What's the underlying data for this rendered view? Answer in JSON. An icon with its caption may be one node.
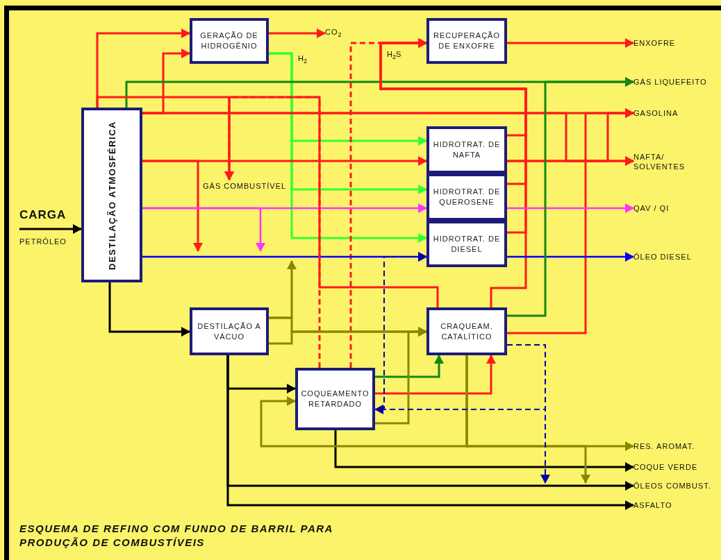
{
  "diagram": {
    "title": "ESQUEMA DE REFINO COM FUNDO DE BARRIL PARA PRODUÇÃO DE COMBUSTÍVEIS",
    "nodes": [
      {
        "text": [
          "DESTILAÇÃO ATMOSFÉRICA"
        ]
      },
      {
        "text": [
          "GERAÇÃO DE HIDROGÊNIO"
        ]
      },
      {
        "text": [
          "RECUPERAÇÃO DE ENXOFRE"
        ]
      },
      {
        "text": [
          "HIDROTRAT. DE NAFTA"
        ]
      },
      {
        "text": [
          "HIDROTRAT. DE QUEROSENE"
        ]
      },
      {
        "text": [
          "HIDROTRAT. DE DIESEL"
        ]
      },
      {
        "text": [
          "DESTILAÇÃO A VÁCUO"
        ]
      },
      {
        "text": [
          "CRAQUEAM. CATALÍTICO"
        ]
      },
      {
        "text": [
          "COQUEAMENTO RETARDADO"
        ]
      },
      {
        "text": [
          "CO$_{2}$"
        ]
      },
      {
        "text": [
          "ENXOFRE"
        ]
      },
      {
        "text": [
          "GÁS LIQUEFEITO"
        ]
      },
      {
        "text": [
          "GASOLINA"
        ]
      },
      {
        "text": [
          "NAFTA/ SOLVENTES"
        ]
      },
      {
        "text": [
          "QAV / QI"
        ]
      },
      {
        "text": [
          "ÓLEO DIESEL"
        ]
      },
      {
        "text": [
          "RES. AROMAT."
        ]
      },
      {
        "text": [
          "COQUE VERDE"
        ]
      },
      {
        "text": [
          "ÓLEOS COMBUST."
        ]
      },
      {
        "text": [
          "ASFALTO"
        ]
      },
      {
        "text": [
          "GÁS COMBUSTÍVEL"
        ]
      }
    ],
    "edges": [
      {
        "from": null,
        "to": 0,
        "arrow": "to",
        "color": "#000000"
      },
      {
        "from": 0,
        "to": 1,
        "arrow": "to"
      },
      {
        "from": 0,
        "to": 1,
        "arrow": "to"
      },
      {
        "from": 1,
        "to": 9,
        "arrow": "to"
      },
      {
        "from": 1,
        "to": 3,
        "arrow": "to",
        "color": "#33ff33",
        "label": "H$_{2}$"
      },
      {
        "from": 1,
        "to": 4,
        "arrow": "to",
        "color": "#33ff33"
      },
      {
        "from": 1,
        "to": 5,
        "arrow": "to",
        "color": "#33ff33"
      },
      {
        "from": 0,
        "to": 11,
        "arrow": "to",
        "color": "#118811"
      },
      {
        "from": 0,
        "to": 12,
        "arrow": "to"
      },
      {
        "from": 0,
        "to": 20,
        "arrow": "to"
      },
      {
        "from": 8,
        "to": 20,
        "arrow": "to",
        "style": "dashed"
      },
      {
        "from": 8,
        "to": 2,
        "arrow": "to",
        "style": "dashed"
      },
      {
        "from": 3,
        "to": 2,
        "arrow": "to",
        "label": "H$_{2}$S"
      },
      {
        "from": 4,
        "to": 2,
        "arrow": "to"
      },
      {
        "from": 5,
        "to": 2,
        "arrow": "to"
      },
      {
        "from": 7,
        "to": 2,
        "arrow": "to"
      },
      {
        "from": 0,
        "to": 3,
        "arrow": "to"
      },
      {
        "from": 0,
        "to": null,
        "arrow": "to"
      },
      {
        "from": 0,
        "to": 4,
        "arrow": "to",
        "color": "#ff33ff"
      },
      {
        "from": 0,
        "to": null,
        "arrow": "to",
        "color": "#ff33ff"
      },
      {
        "from": 0,
        "to": 5,
        "arrow": "to",
        "color": "#0000ff"
      },
      {
        "from": 3,
        "to": 13,
        "arrow": "to"
      },
      {
        "from": 0,
        "to": 13,
        "arrow": "to"
      },
      {
        "from": 3,
        "to": 12,
        "arrow": "to"
      },
      {
        "from": 7,
        "to": 12,
        "arrow": "to"
      },
      {
        "from": 4,
        "to": 14,
        "arrow": "to",
        "color": "#ff33ff"
      },
      {
        "from": 5,
        "to": 15,
        "arrow": "to",
        "color": "#0000ff"
      },
      {
        "from": 7,
        "to": 11,
        "arrow": "to",
        "color": "#118811"
      },
      {
        "from": 0,
        "to": 6,
        "arrow": "to",
        "color": "#000000"
      },
      {
        "from": 6,
        "to": 7,
        "arrow": "to",
        "color": "#888800"
      },
      {
        "from": 6,
        "to": 7,
        "arrow": "to",
        "color": "#888800"
      },
      {
        "from": 6,
        "to": null,
        "arrow": "to",
        "color": "#888800"
      },
      {
        "from": 6,
        "to": 8,
        "arrow": "to",
        "color": "#000000"
      },
      {
        "from": 6,
        "to": 18,
        "arrow": "to",
        "color": "#000000"
      },
      {
        "from": 6,
        "to": 19,
        "arrow": "to",
        "color": "#000000"
      },
      {
        "from": 8,
        "to": 17,
        "arrow": "to",
        "color": "#000000"
      },
      {
        "from": 8,
        "to": 7,
        "arrow": "to",
        "color": "#118811"
      },
      {
        "from": 8,
        "to": 7,
        "arrow": "to"
      },
      {
        "from": 8,
        "to": 7,
        "arrow": "to",
        "color": "#888800"
      },
      {
        "from": 7,
        "to": 16,
        "arrow": "to",
        "color": "#888800"
      },
      {
        "from": 7,
        "to": 8,
        "arrow": "to",
        "color": "#888800"
      },
      {
        "from": 7,
        "to": null,
        "arrow": "to",
        "color": "#888800"
      },
      {
        "from": 7,
        "to": null,
        "arrow": "to",
        "color": "#0000aa",
        "style": "dashed"
      },
      {
        "from": 7,
        "to": 8,
        "arrow": "to",
        "color": "#0000aa",
        "style": "dashed"
      },
      {
        "from": 7,
        "to": 5,
        "arrow": "to",
        "color": "#0000aa",
        "style": "dashed"
      },
      {
        "from": 7,
        "to": 20,
        "arrow": "to"
      },
      {
        "from": 2,
        "to": 10,
        "arrow": "to"
      }
    ],
    "labels": [
      "CARGA",
      "PETRÓLEO"
    ]
  }
}
